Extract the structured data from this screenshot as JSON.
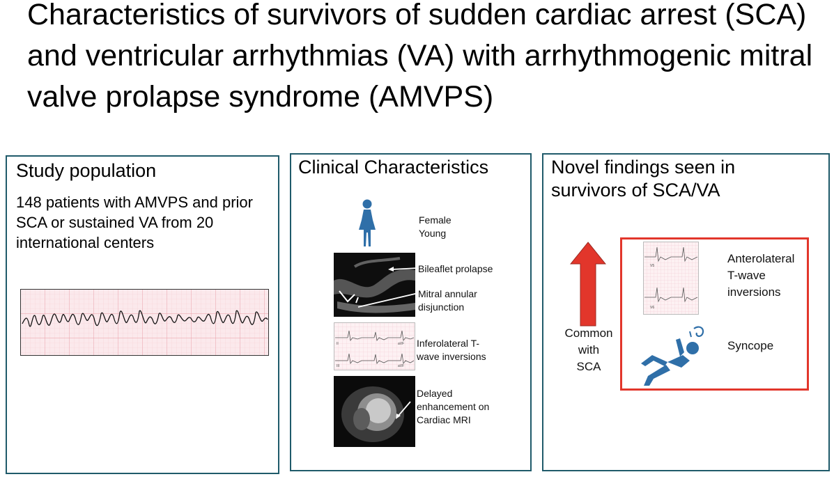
{
  "title": "Characteristics of survivors of sudden cardiac arrest (SCA) and ventricular arrhythmias (VA)  with arrhythmogenic mitral valve prolapse syndrome (AMVPS)",
  "study": {
    "heading": "Study population",
    "text": "148 patients with AMVPS and prior SCA or sustained VA from 20 international centers"
  },
  "clinical": {
    "heading": "Clinical Characteristics",
    "female_line1": "Female",
    "female_line2": "Young",
    "bileaflet": "Bileaflet prolapse",
    "mad_line1": "Mitral annular",
    "mad_line2": "disjunction",
    "inferolateral_line1": "Inferolateral T-",
    "inferolateral_line2": "wave inversions",
    "delayed_line1": "Delayed",
    "delayed_line2": "enhancement on",
    "delayed_line3": "Cardiac MRI",
    "ecg_leads": [
      "II",
      "aVF",
      "III",
      "aVF"
    ]
  },
  "novel": {
    "heading": "Novel findings seen in survivors of SCA/VA",
    "common_line1": "Common",
    "common_line2": "with",
    "common_line3": "SCA",
    "antero_line1": "Anterolateral",
    "antero_line2": "T-wave",
    "antero_line3": "inversions",
    "syncope": "Syncope",
    "ecg_leads": [
      "V5",
      "V6"
    ]
  },
  "colors": {
    "panel_border": "#1f5a6a",
    "arrow_red": "#e2362b",
    "ecg_grid": "#f2c3c8",
    "figure_blue": "#2f6fa8"
  }
}
